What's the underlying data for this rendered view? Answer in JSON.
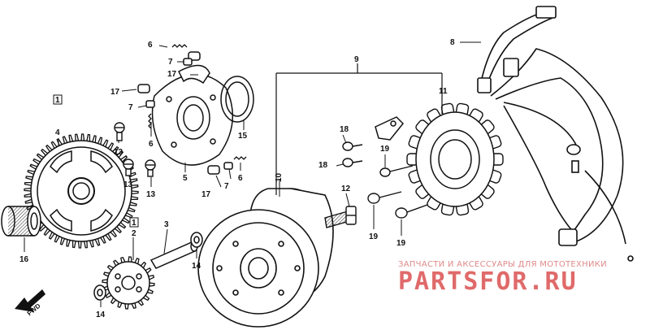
{
  "callouts": {
    "c1a": "1",
    "c1b": "1",
    "c2": "2",
    "c3": "3",
    "c4": "4",
    "c5": "5",
    "c6a": "6",
    "c6b": "6",
    "c6c": "6",
    "c7a": "7",
    "c7b": "7",
    "c7c": "7",
    "c8": "8",
    "c9": "9",
    "c10": "10",
    "c11": "11",
    "c12": "12",
    "c13a": "13",
    "c13b": "13",
    "c13c": "13",
    "c14a": "14",
    "c14b": "14",
    "c15": "15",
    "c16": "16",
    "c17a": "17",
    "c17b": "17",
    "c17c": "17",
    "c18a": "18",
    "c18b": "18",
    "c19a": "19",
    "c19b": "19",
    "c19c": "19"
  },
  "fwd_label": "FWD",
  "watermark": {
    "tagline": "ЗАПЧАСТИ И АКСЕССУАРЫ ДЛЯ МОТОТЕХНИКИ",
    "brand": "PARTSFOR.RU"
  }
}
